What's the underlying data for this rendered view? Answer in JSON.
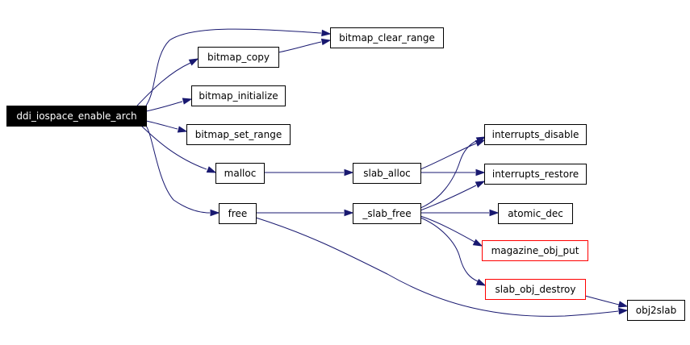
{
  "graph": {
    "colors": {
      "edge": "#191970",
      "node_border_normal": "#000000",
      "node_border_truncated": "#ff0000",
      "root_fill": "#000000",
      "root_text": "#ffffff",
      "node_fill": "#ffffff",
      "node_text": "#000000"
    },
    "nodes": [
      {
        "id": "ddi_iospace_enable_arch",
        "label": "ddi_iospace_enable_arch",
        "style": "root"
      },
      {
        "id": "bitmap_clear_range",
        "label": "bitmap_clear_range",
        "style": "normal"
      },
      {
        "id": "bitmap_copy",
        "label": "bitmap_copy",
        "style": "normal"
      },
      {
        "id": "bitmap_initialize",
        "label": "bitmap_initialize",
        "style": "normal"
      },
      {
        "id": "bitmap_set_range",
        "label": "bitmap_set_range",
        "style": "normal"
      },
      {
        "id": "malloc",
        "label": "malloc",
        "style": "normal"
      },
      {
        "id": "free",
        "label": "free",
        "style": "normal"
      },
      {
        "id": "slab_alloc",
        "label": "slab_alloc",
        "style": "normal"
      },
      {
        "id": "_slab_free",
        "label": "_slab_free",
        "style": "normal"
      },
      {
        "id": "interrupts_disable",
        "label": "interrupts_disable",
        "style": "normal"
      },
      {
        "id": "interrupts_restore",
        "label": "interrupts_restore",
        "style": "normal"
      },
      {
        "id": "atomic_dec",
        "label": "atomic_dec",
        "style": "normal"
      },
      {
        "id": "magazine_obj_put",
        "label": "magazine_obj_put",
        "style": "truncated"
      },
      {
        "id": "slab_obj_destroy",
        "label": "slab_obj_destroy",
        "style": "truncated"
      },
      {
        "id": "obj2slab",
        "label": "obj2slab",
        "style": "normal"
      }
    ],
    "edges": [
      {
        "from": "ddi_iospace_enable_arch",
        "to": "bitmap_clear_range"
      },
      {
        "from": "ddi_iospace_enable_arch",
        "to": "bitmap_copy"
      },
      {
        "from": "ddi_iospace_enable_arch",
        "to": "bitmap_initialize"
      },
      {
        "from": "ddi_iospace_enable_arch",
        "to": "bitmap_set_range"
      },
      {
        "from": "ddi_iospace_enable_arch",
        "to": "malloc"
      },
      {
        "from": "ddi_iospace_enable_arch",
        "to": "free"
      },
      {
        "from": "bitmap_copy",
        "to": "bitmap_clear_range"
      },
      {
        "from": "malloc",
        "to": "slab_alloc"
      },
      {
        "from": "free",
        "to": "_slab_free"
      },
      {
        "from": "free",
        "to": "obj2slab"
      },
      {
        "from": "slab_alloc",
        "to": "interrupts_disable"
      },
      {
        "from": "slab_alloc",
        "to": "interrupts_restore"
      },
      {
        "from": "_slab_free",
        "to": "interrupts_disable"
      },
      {
        "from": "_slab_free",
        "to": "interrupts_restore"
      },
      {
        "from": "_slab_free",
        "to": "atomic_dec"
      },
      {
        "from": "_slab_free",
        "to": "magazine_obj_put"
      },
      {
        "from": "_slab_free",
        "to": "slab_obj_destroy"
      },
      {
        "from": "slab_obj_destroy",
        "to": "obj2slab"
      }
    ]
  }
}
